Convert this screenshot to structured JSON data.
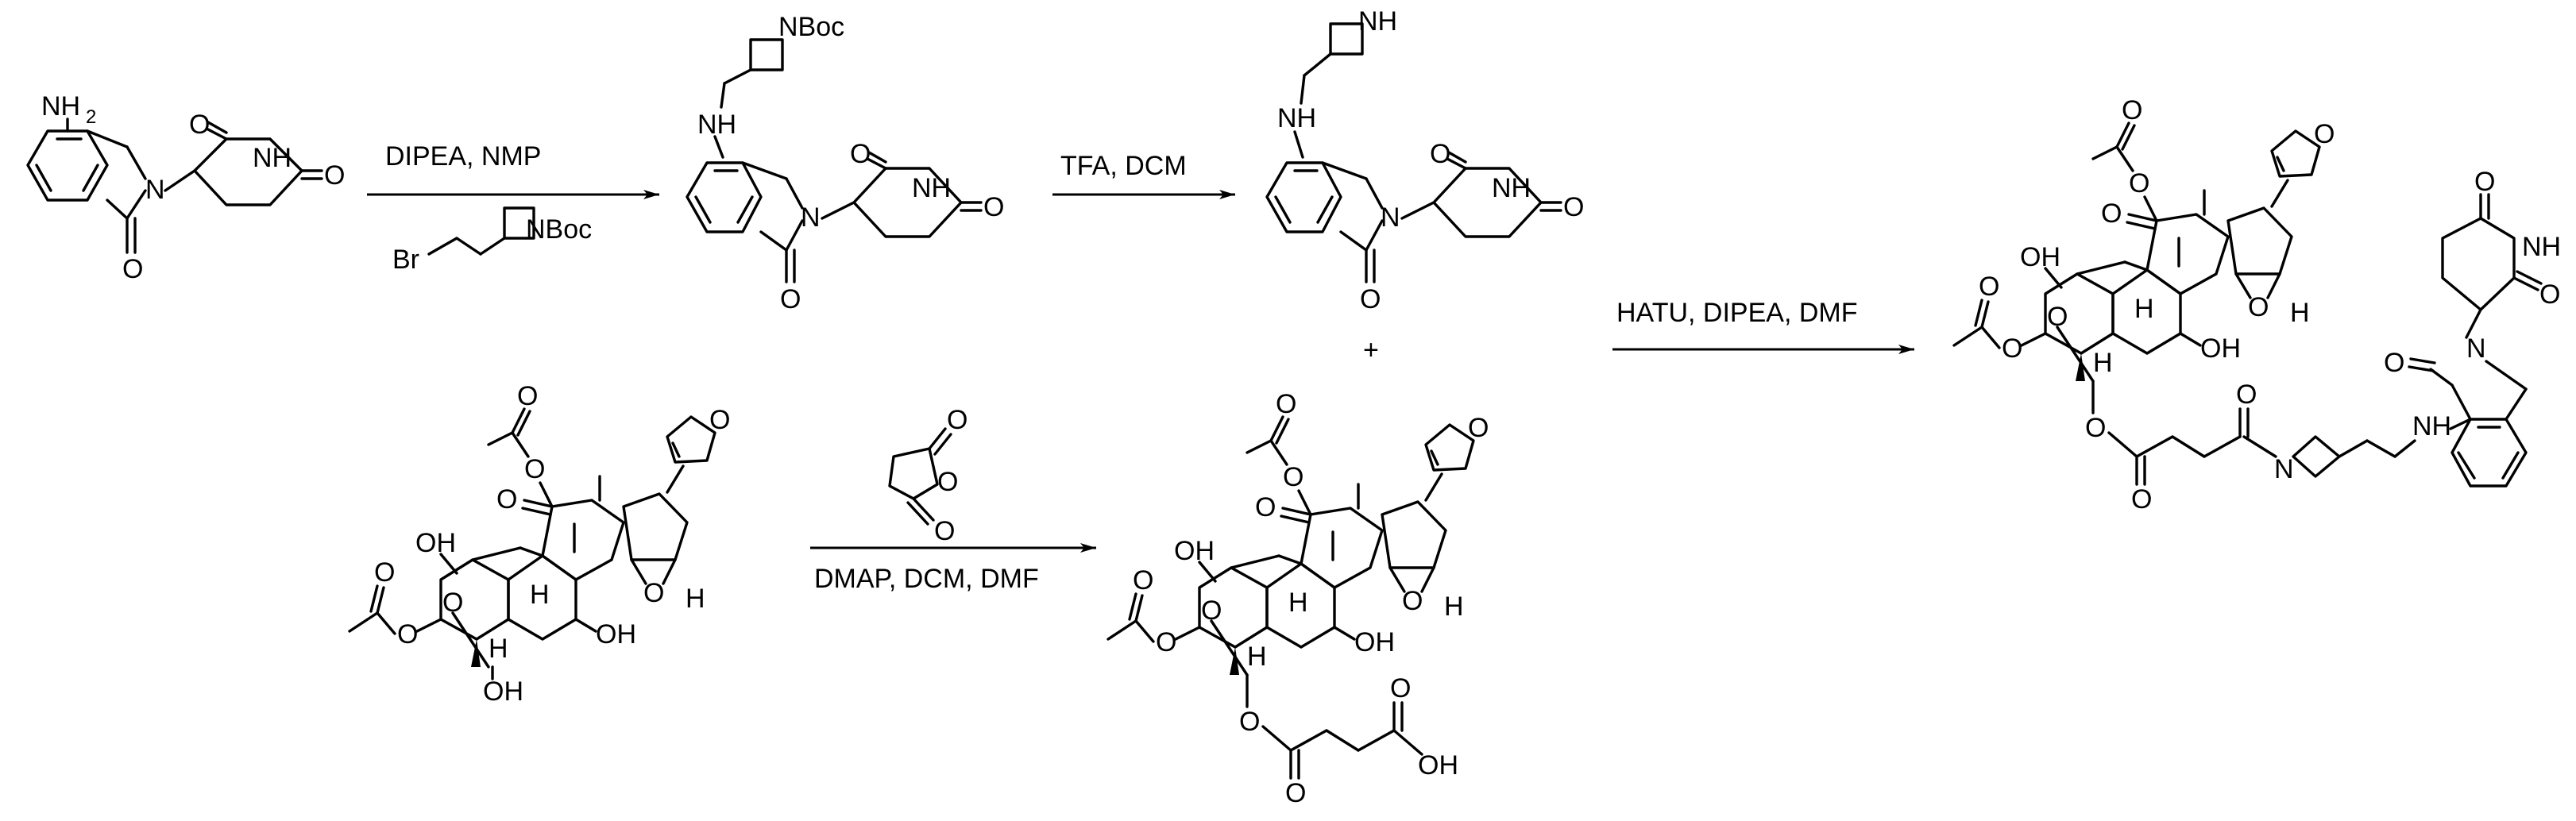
{
  "reagents": {
    "step1": "DIPEA, NMP",
    "step2": "TFA, DCM",
    "step3": "DMAP, DCM, DMF",
    "step4": "HATU, DIPEA, DMF",
    "plus": "+"
  },
  "atoms": {
    "O": "O",
    "OH": "OH",
    "H": "H",
    "N": "N",
    "NH": "NH",
    "NBoc": "NBoc",
    "Br": "Br",
    "NH2_base": "NH",
    "NH2_sub": "2"
  }
}
